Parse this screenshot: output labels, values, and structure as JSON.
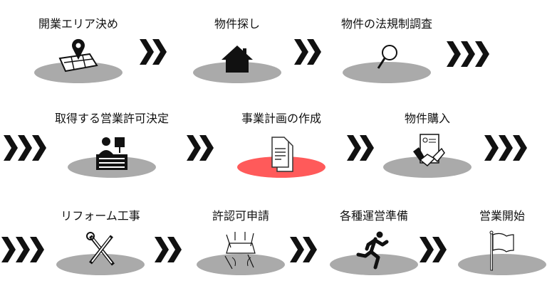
{
  "steps": [
    {
      "label": "開業エリア決め",
      "icon": "map-pin-icon"
    },
    {
      "label": "物件探し",
      "icon": "house-icon"
    },
    {
      "label": "物件の法規制調査",
      "icon": "magnifier-icon"
    },
    {
      "label": "取得する営業許可決定",
      "icon": "reception-desk-icon"
    },
    {
      "label": "事業計画の作成",
      "icon": "document-icon",
      "highlight": "#ff5a5a"
    },
    {
      "label": "物件購入",
      "icon": "handshake-contract-icon"
    },
    {
      "label": "リフォーム工事",
      "icon": "tools-icon"
    },
    {
      "label": "許認可申請",
      "icon": "paperwork-hands-icon"
    },
    {
      "label": "各種運営準備",
      "icon": "running-person-icon"
    },
    {
      "label": "営業開始",
      "icon": "flag-icon"
    }
  ],
  "colors": {
    "base": "#aaaaaa",
    "highlight": "#ff5a5a",
    "arrow": "#111111"
  }
}
